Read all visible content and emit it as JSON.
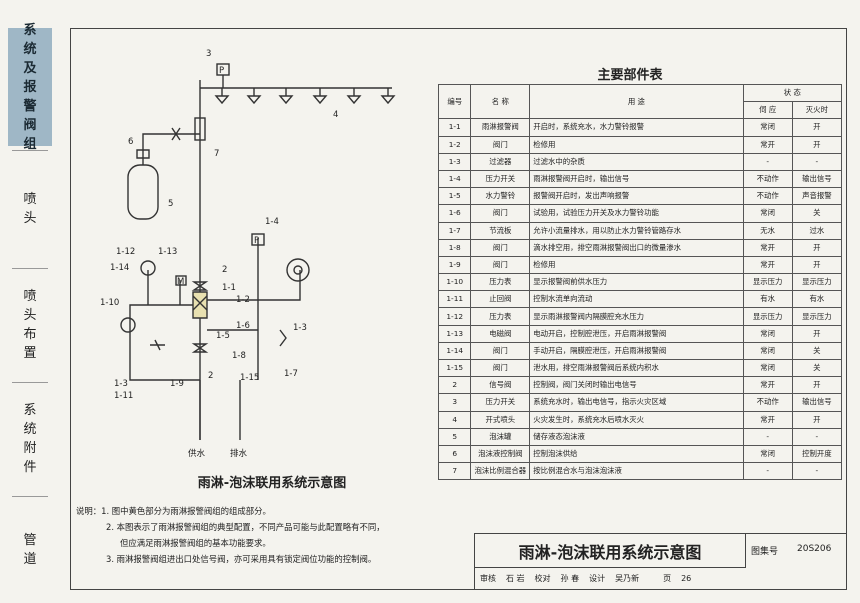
{
  "sidebar": [
    {
      "label": "系统及报警阀组",
      "active": true
    },
    {
      "label": "喷头",
      "active": false
    },
    {
      "label": "喷头布置",
      "active": false
    },
    {
      "label": "系统附件",
      "active": false
    },
    {
      "label": "管道",
      "active": false
    }
  ],
  "diagram": {
    "title": "雨淋-泡沫联用系统示意图",
    "labels": {
      "l3": "3",
      "lP": "P",
      "l4": "4",
      "l6": "6",
      "l7": "7",
      "l5": "5",
      "l1_4": "1-4",
      "l1_12": "1-12",
      "l1_13": "1-13",
      "l1_14": "1-14",
      "lM": "M",
      "l2a": "2",
      "l1_1": "1-1",
      "l1_2": "1-2",
      "l1_3a": "1-3",
      "l1_10": "1-10",
      "l1_6": "1-6",
      "l1_5": "1-5",
      "l1_8": "1-8",
      "l1_15": "1-15",
      "l2b": "2",
      "l1_7": "1-7",
      "l1_3b": "1-3",
      "l1_11": "1-11",
      "l1_9": "1-9",
      "supply": "供水",
      "drain": "排水"
    }
  },
  "table": {
    "title": "主要部件表",
    "headers": {
      "no": "编号",
      "name": "名 称",
      "use": "用 途",
      "state": "状 态",
      "standby": "伺 应",
      "fire": "灭火时"
    },
    "rows": [
      {
        "no": "1-1",
        "name": "雨淋报警阀",
        "use": "开启时，系统充水，水力警铃报警",
        "standby": "常闭",
        "fire": "开"
      },
      {
        "no": "1-2",
        "name": "阀门",
        "use": "检修用",
        "standby": "常开",
        "fire": "开"
      },
      {
        "no": "1-3",
        "name": "过滤器",
        "use": "过滤水中的杂质",
        "standby": "-",
        "fire": "-"
      },
      {
        "no": "1-4",
        "name": "压力开关",
        "use": "雨淋报警阀开启时，输出信号",
        "standby": "不动作",
        "fire": "输出信号"
      },
      {
        "no": "1-5",
        "name": "水力警铃",
        "use": "报警阀开启时，发出声响报警",
        "standby": "不动作",
        "fire": "声音报警"
      },
      {
        "no": "1-6",
        "name": "阀门",
        "use": "试验用，试验压力开关及水力警铃功能",
        "standby": "常闭",
        "fire": "关"
      },
      {
        "no": "1-7",
        "name": "节流板",
        "use": "允许小流量排水，用以防止水力警铃管路存水",
        "standby": "无水",
        "fire": "过水"
      },
      {
        "no": "1-8",
        "name": "阀门",
        "use": "滴水排空用，排空雨淋报警阀出口的微量渗水",
        "standby": "常开",
        "fire": "开"
      },
      {
        "no": "1-9",
        "name": "阀门",
        "use": "检修用",
        "standby": "常开",
        "fire": "开"
      },
      {
        "no": "1-10",
        "name": "压力表",
        "use": "显示报警阀前供水压力",
        "standby": "显示压力",
        "fire": "显示压力"
      },
      {
        "no": "1-11",
        "name": "止回阀",
        "use": "控制水流单向流动",
        "standby": "有水",
        "fire": "有水"
      },
      {
        "no": "1-12",
        "name": "压力表",
        "use": "显示雨淋报警阀内隔膜腔充水压力",
        "standby": "显示压力",
        "fire": "显示压力"
      },
      {
        "no": "1-13",
        "name": "电磁阀",
        "use": "电动开启，控制腔泄压，开启雨淋报警阀",
        "standby": "常闭",
        "fire": "开"
      },
      {
        "no": "1-14",
        "name": "阀门",
        "use": "手动开启，隔膜腔泄压，开启雨淋报警阀",
        "standby": "常闭",
        "fire": "关"
      },
      {
        "no": "1-15",
        "name": "阀门",
        "use": "泄水用，排空雨淋报警阀后系统内积水",
        "standby": "常闭",
        "fire": "关"
      },
      {
        "no": "2",
        "name": "信号阀",
        "use": "控制阀，阀门关闭时输出电信号",
        "standby": "常开",
        "fire": "开"
      },
      {
        "no": "3",
        "name": "压力开关",
        "use": "系统充水时，输出电信号，指示火灾区域",
        "standby": "不动作",
        "fire": "输出信号"
      },
      {
        "no": "4",
        "name": "开式喷头",
        "use": "火灾发生时，系统充水后喷水灭火",
        "standby": "常开",
        "fire": "开"
      },
      {
        "no": "5",
        "name": "泡沫罐",
        "use": "储存液态泡沫液",
        "standby": "-",
        "fire": "-"
      },
      {
        "no": "6",
        "name": "泡沫液控制阀",
        "use": "控制泡沫供给",
        "standby": "常闭",
        "fire": "控制开度"
      },
      {
        "no": "7",
        "name": "泡沫比例混合器",
        "use": "按比例混合水与泡沫泡沫液",
        "standby": "-",
        "fire": "-"
      }
    ]
  },
  "notes": {
    "prefix": "说明：",
    "items": [
      "1. 图中黄色部分为雨淋报警阀组的组成部分。",
      "2. 本图表示了雨淋报警阀组的典型配置，不同产品可能与此配置略有不同，",
      "但应满足雨淋报警阀组的基本功能要求。",
      "3. 雨淋报警阀组进出口处信号阀，亦可采用具有锁定阀位功能的控制阀。"
    ]
  },
  "titleblock": {
    "title": "雨淋-泡沫联用系统示意图",
    "set_label": "图集号",
    "set_code": "20S206",
    "review": "审核",
    "reviewer": "石 岩",
    "check": "校对",
    "checker": "孙 春",
    "design": "设计",
    "designer": "吴乃新",
    "page_label": "页",
    "page": "26"
  }
}
